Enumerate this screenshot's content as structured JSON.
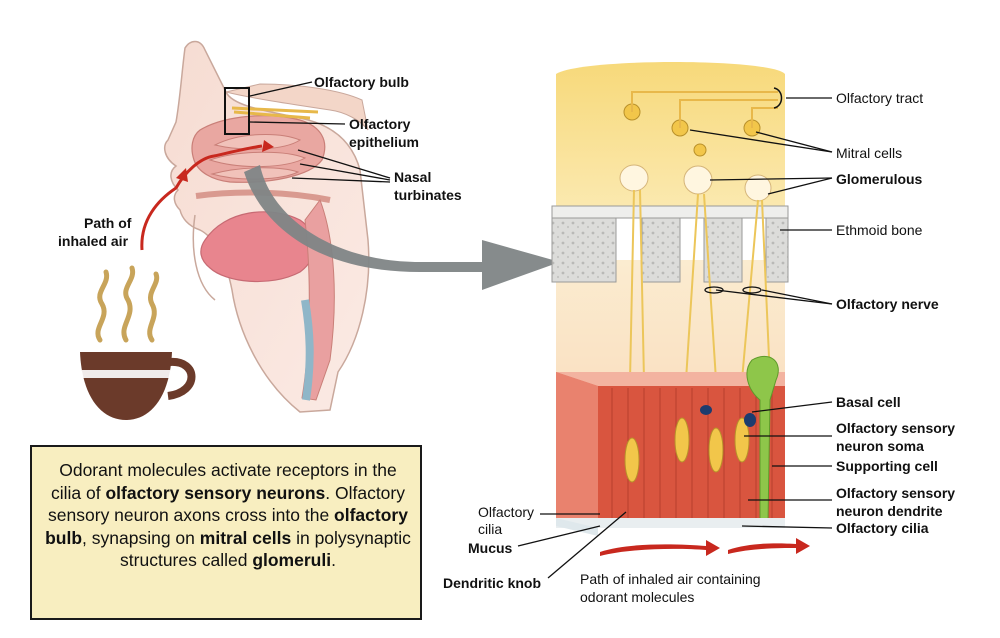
{
  "labels": {
    "olfactory_bulb": "Olfactory bulb",
    "olfactory_epithelium_1": "Olfactory",
    "olfactory_epithelium_2": "epithelium",
    "nasal_turbinates_1": "Nasal",
    "nasal_turbinates_2": "turbinates",
    "path_inhaled_1": "Path of",
    "path_inhaled_2": "inhaled air",
    "olfactory_tract": "Olfactory tract",
    "mitral_cells": "Mitral cells",
    "glomerulous": "Glomerulous",
    "ethmoid_bone": "Ethmoid bone",
    "olfactory_nerve": "Olfactory nerve",
    "basal_cell": "Basal cell",
    "osn_soma_1": "Olfactory sensory",
    "osn_soma_2": "neuron soma",
    "supporting_cell": "Supporting cell",
    "osn_dendrite_1": "Olfactory sensory",
    "osn_dendrite_2": "neuron dendrite",
    "olfactory_cilia_right": "Olfactory cilia",
    "olfactory_cilia_left_1": "Olfactory",
    "olfactory_cilia_left_2": "cilia",
    "mucus": "Mucus",
    "dendritic_knob": "Dendritic knob",
    "path_odorant_1": "Path of inhaled air containing",
    "path_odorant_2": "odorant molecules"
  },
  "caption": {
    "p1": "Odorant molecules activate receptors in the cilia of ",
    "b1": "olfactory sensory neurons",
    "p2": ". Olfactory sensory neuron axons cross into the ",
    "b2": "olfactory bulb",
    "p3": ", synapsing on ",
    "b3": "mitral cells",
    "p4": " in polysynaptic structures called ",
    "b4": "glomeruli",
    "p5": "."
  },
  "colors": {
    "caption_bg": "#f8eec0",
    "arrow_gray": "#7f8586",
    "air_arrow_red": "#c8281e",
    "neuron_yellow": "#f2c64a",
    "epithelium_red": "#d9553f",
    "bone_gray": "#d8d8d6",
    "supporting_green": "#8ec64a",
    "coffee_brown": "#6b3a2a"
  }
}
